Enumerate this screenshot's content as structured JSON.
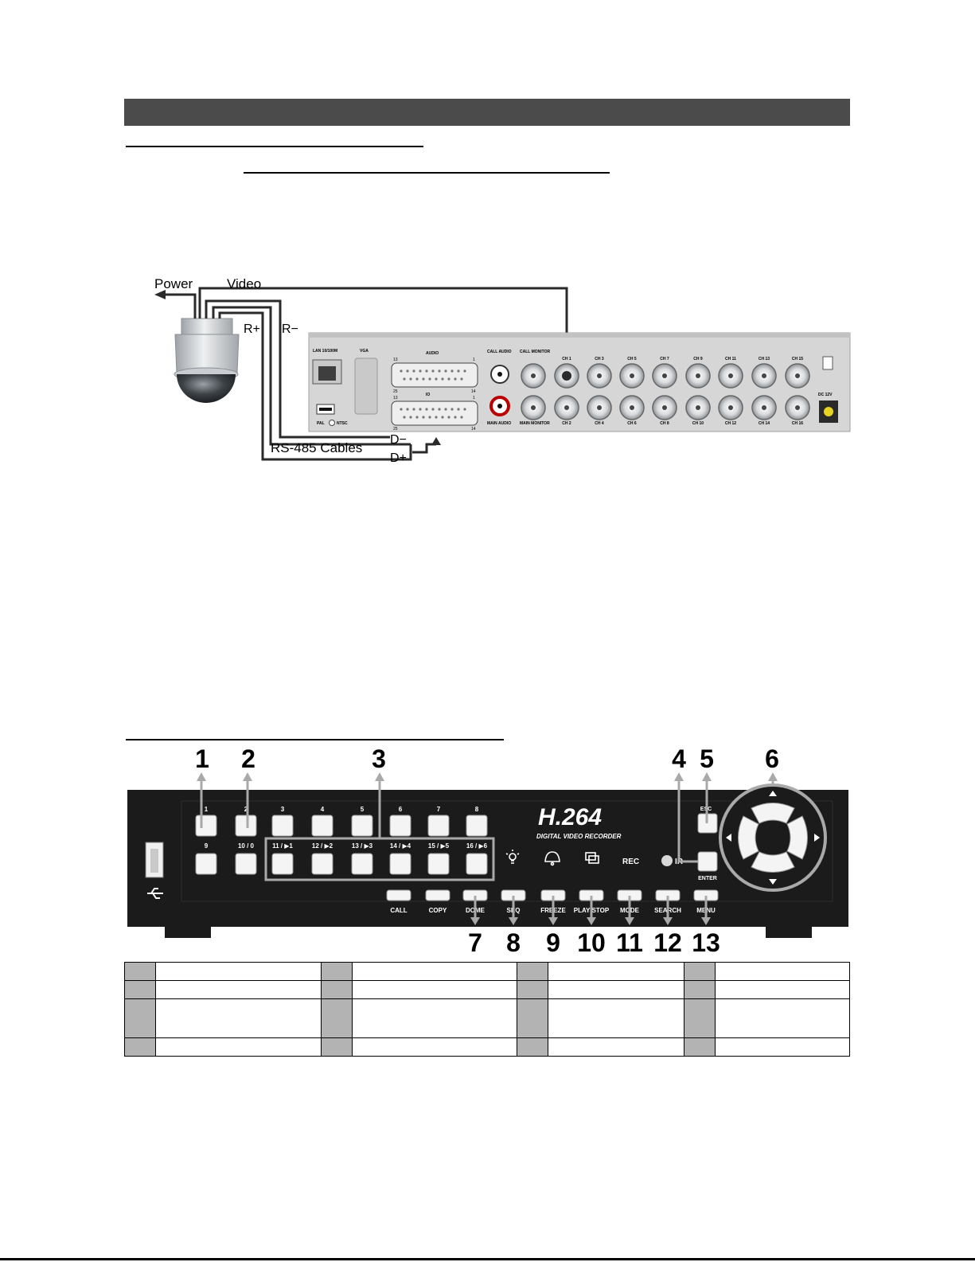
{
  "wiring": {
    "labels": {
      "power": "Power",
      "video": "Video",
      "r_plus": "R+",
      "r_minus": "R−",
      "d_minus": "D−",
      "d_plus": "D+",
      "rs485": "RS-485 Cables"
    },
    "rear_panel": {
      "lan": "LAN 10/100M",
      "vga": "VGA",
      "audio": "AUDIO",
      "io": "IO",
      "pal": "PAL",
      "ntsc": "NTSC",
      "call_audio": "CALL AUDIO",
      "main_audio": "MAIN AUDIO",
      "call_monitor": "CALL MONITOR",
      "main_monitor": "MAIN MONITOR",
      "dc": "DC 12V",
      "pin_13": "13",
      "pin_1": "1",
      "pin_25": "25",
      "pin_14": "14",
      "channels_top": [
        "CH 1",
        "CH 3",
        "CH 5",
        "CH 7",
        "CH 9",
        "CH 11",
        "CH 13",
        "CH 15"
      ],
      "channels_bottom": [
        "CH 2",
        "CH 4",
        "CH 6",
        "CH 8",
        "CH 10",
        "CH 12",
        "CH 14",
        "CH 16"
      ]
    }
  },
  "front_panel": {
    "logo_main": "H.264",
    "logo_sub": "DIGITAL VIDEO RECORDER",
    "row1_keys": [
      "1",
      "2",
      "3",
      "4",
      "5",
      "6",
      "7",
      "8"
    ],
    "row2_keys": [
      "9",
      "10 / 0",
      "11 / ▶1",
      "12 / ▶2",
      "13 / ▶3",
      "14 / ▶4",
      "15 / ▶5",
      "16 / ▶6"
    ],
    "function_keys": [
      "CALL",
      "COPY",
      "DOME",
      "SEQ",
      "FREEZE",
      "PLAY/STOP",
      "MODE",
      "SEARCH",
      "MENU"
    ],
    "rec": "REC",
    "ir": "IR",
    "esc": "ESC",
    "enter": "ENTER",
    "callouts_top": [
      "1",
      "2",
      "3",
      "4",
      "5",
      "6"
    ],
    "callouts_bottom": [
      "7",
      "8",
      "9",
      "10",
      "11",
      "12",
      "13"
    ]
  },
  "colors": {
    "section_bar": "#4b4b4b",
    "panel_body": "#1b1b1b",
    "callout_arrow": "#a9a9a9",
    "table_num_cell": "#b3b3b3"
  }
}
